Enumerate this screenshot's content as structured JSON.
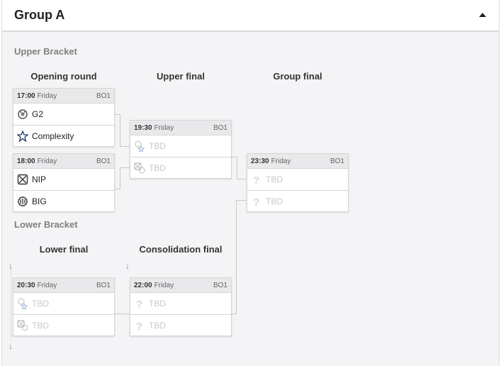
{
  "group": {
    "title": "Group A"
  },
  "upper": {
    "title": "Upper Bracket",
    "columns": [
      "Opening round",
      "Upper final",
      "Group final"
    ]
  },
  "lower": {
    "title": "Lower Bracket",
    "columns": [
      "Lower final",
      "Consolidation final"
    ]
  },
  "matches": {
    "m1": {
      "time": "17:00",
      "day": "Friday",
      "bo": "BO1",
      "team1": "G2",
      "team2": "Complexity"
    },
    "m2": {
      "time": "18:00",
      "day": "Friday",
      "bo": "BO1",
      "team1": "NIP",
      "team2": "BIG"
    },
    "m3": {
      "time": "19:30",
      "day": "Friday",
      "bo": "BO1",
      "team1": "TBD",
      "team2": "TBD"
    },
    "m4": {
      "time": "23:30",
      "day": "Friday",
      "bo": "BO1",
      "team1": "TBD",
      "team2": "TBD"
    },
    "m5": {
      "time": "20:30",
      "day": "Friday",
      "bo": "BO1",
      "team1": "TBD",
      "team2": "TBD"
    },
    "m6": {
      "time": "22:00",
      "day": "Friday",
      "bo": "BO1",
      "team1": "TBD",
      "team2": "TBD"
    }
  },
  "icons": {
    "collapse": "caret-up-icon",
    "arrow": "arrow-down-icon"
  }
}
